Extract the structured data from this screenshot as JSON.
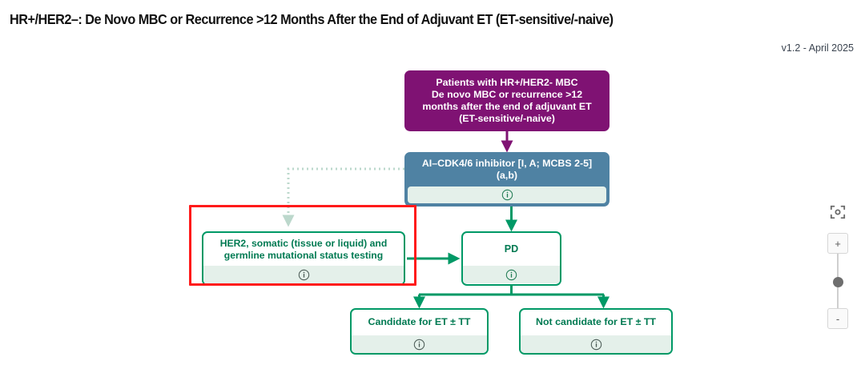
{
  "header": {
    "title": "HR+/HER2–: De Novo MBC or Recurrence >12 Months After the End of Adjuvant ET (ET-sensitive/-naive)",
    "version": "v1.2 - April 2025"
  },
  "diagram": {
    "nodes": {
      "start": {
        "id": "start",
        "kind": "start",
        "color": "#7f1273",
        "text_color": "#ffffff",
        "lines": [
          "Patients with HR+/HER2- MBC",
          "De novo MBC or recurrence >12",
          "months after the end of adjuvant ET",
          "(ET-sensitive/-naive)"
        ],
        "has_info": false
      },
      "ai_cdk": {
        "id": "ai-cdk46-inhibitor",
        "kind": "treatment",
        "color": "#4f82a3",
        "text_color": "#ffffff",
        "lines": [
          "AI–CDK4/6 inhibitor [I, A; MCBS 2-5]",
          "(a,b)"
        ],
        "has_info": true,
        "info_label": "i"
      },
      "her2_testing": {
        "id": "her2-mutational-status-testing",
        "kind": "test",
        "color": "#009966",
        "text_color": "#007a52",
        "lines": [
          "HER2, somatic (tissue or liquid) and",
          "germline mutational status testing"
        ],
        "has_info": true,
        "info_label": "i",
        "highlighted": true
      },
      "pd": {
        "id": "pd",
        "kind": "outcome",
        "color": "#009966",
        "text_color": "#007a52",
        "lines": [
          "PD"
        ],
        "has_info": true,
        "info_label": "i"
      },
      "candidate": {
        "id": "candidate-for-et-tt",
        "kind": "outcome",
        "color": "#009966",
        "text_color": "#007a52",
        "lines": [
          "Candidate for ET ± TT"
        ],
        "has_info": true,
        "info_label": "i"
      },
      "not_candidate": {
        "id": "not-candidate-for-et-tt",
        "kind": "outcome",
        "color": "#009966",
        "text_color": "#007a52",
        "lines": [
          "Not candidate for ET ± TT"
        ],
        "has_info": true,
        "info_label": "i"
      }
    },
    "edges": [
      {
        "from": "start",
        "to": "ai_cdk",
        "style": "solid",
        "color": "#7f1273"
      },
      {
        "from": "ai_cdk",
        "to": "pd",
        "style": "solid",
        "color": "#009966"
      },
      {
        "from": "ai_cdk",
        "to": "her2_testing",
        "style": "dotted",
        "color": "#bcd8cc"
      },
      {
        "from": "her2_testing",
        "to": "pd",
        "style": "solid",
        "color": "#009966"
      },
      {
        "from": "pd",
        "to": "candidate",
        "style": "solid",
        "color": "#009966"
      },
      {
        "from": "pd",
        "to": "not_candidate",
        "style": "solid",
        "color": "#009966"
      }
    ],
    "highlight": {
      "name": "selection-highlight",
      "color": "#ff1a1a",
      "target": "her2_testing"
    }
  },
  "controls": {
    "fit_view": {
      "icon": "fit-view-icon",
      "title": "Fit view"
    },
    "zoom_in": {
      "label": "+",
      "title": "Zoom in"
    },
    "zoom_out": {
      "label": "-",
      "title": "Zoom out"
    },
    "slider": {
      "name": "zoom-slider"
    }
  }
}
